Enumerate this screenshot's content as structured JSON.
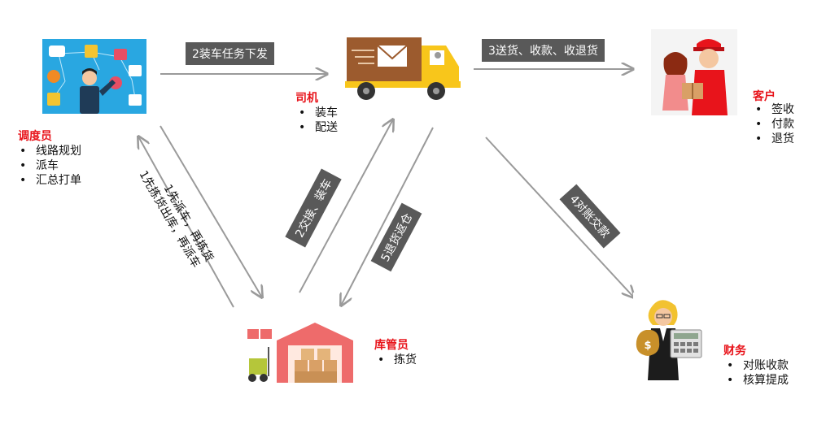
{
  "roles": {
    "dispatcher": {
      "title": "调度员",
      "items": [
        "线路规划",
        "派车",
        "汇总打单"
      ]
    },
    "driver": {
      "title": "司机",
      "items": [
        "装车",
        "配送"
      ]
    },
    "customer": {
      "title": "客户",
      "items": [
        "签收",
        "付款",
        "退货"
      ]
    },
    "warehouse": {
      "title": "库管员",
      "items": [
        "拣货"
      ]
    },
    "finance": {
      "title": "财务",
      "items": [
        "对账收款",
        "核算提成"
      ]
    }
  },
  "flows": {
    "loading_task": "2装车任务下发",
    "delivery": "3送货、收款、收退货",
    "dispatch_then_pick": "1先派车，再拣货",
    "pick_then_dispatch": "1先拣货出库，再派车",
    "handover": "2交接、装车",
    "return_stock": "5退货返仓",
    "reconcile": "4对账交款"
  },
  "icon_labels": {
    "finance_currency": "$"
  },
  "colors": {
    "role_title": "#e8141b",
    "label_box": "#595959",
    "arrow": "#9a9a9a"
  }
}
